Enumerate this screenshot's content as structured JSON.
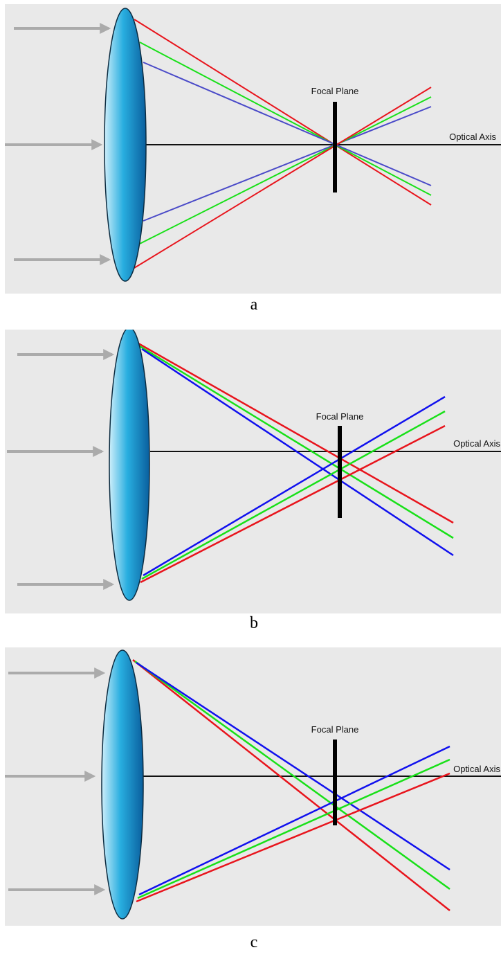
{
  "labels": {
    "focal_plane": "Focal Plane",
    "optical_axis": "Optical Axis"
  },
  "captions": [
    "a",
    "b",
    "c"
  ],
  "colors": {
    "background": "#e9e9e9",
    "arrow": "#ababab",
    "red_ray": "#e8141c",
    "green_ray": "#18e018",
    "blue_ray": "#4a4ac8",
    "blue_ray_strong": "#1010ee",
    "lens_dark": "#0a6aa8",
    "lens_light": "#bfe7f7"
  }
}
